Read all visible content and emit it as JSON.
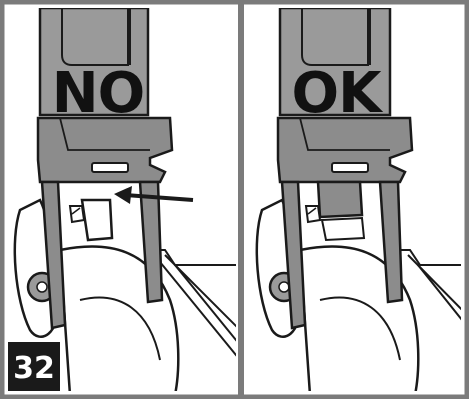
{
  "figure": {
    "step_number": "32",
    "panels": [
      {
        "label": "NO"
      },
      {
        "label": "OK"
      }
    ],
    "colors": {
      "frame": "#7b7b7b",
      "handle": "#9a9a9a",
      "bracket": "#8c8c8c",
      "line": "#1a1a1a",
      "badge": "#1a1a1a"
    }
  }
}
